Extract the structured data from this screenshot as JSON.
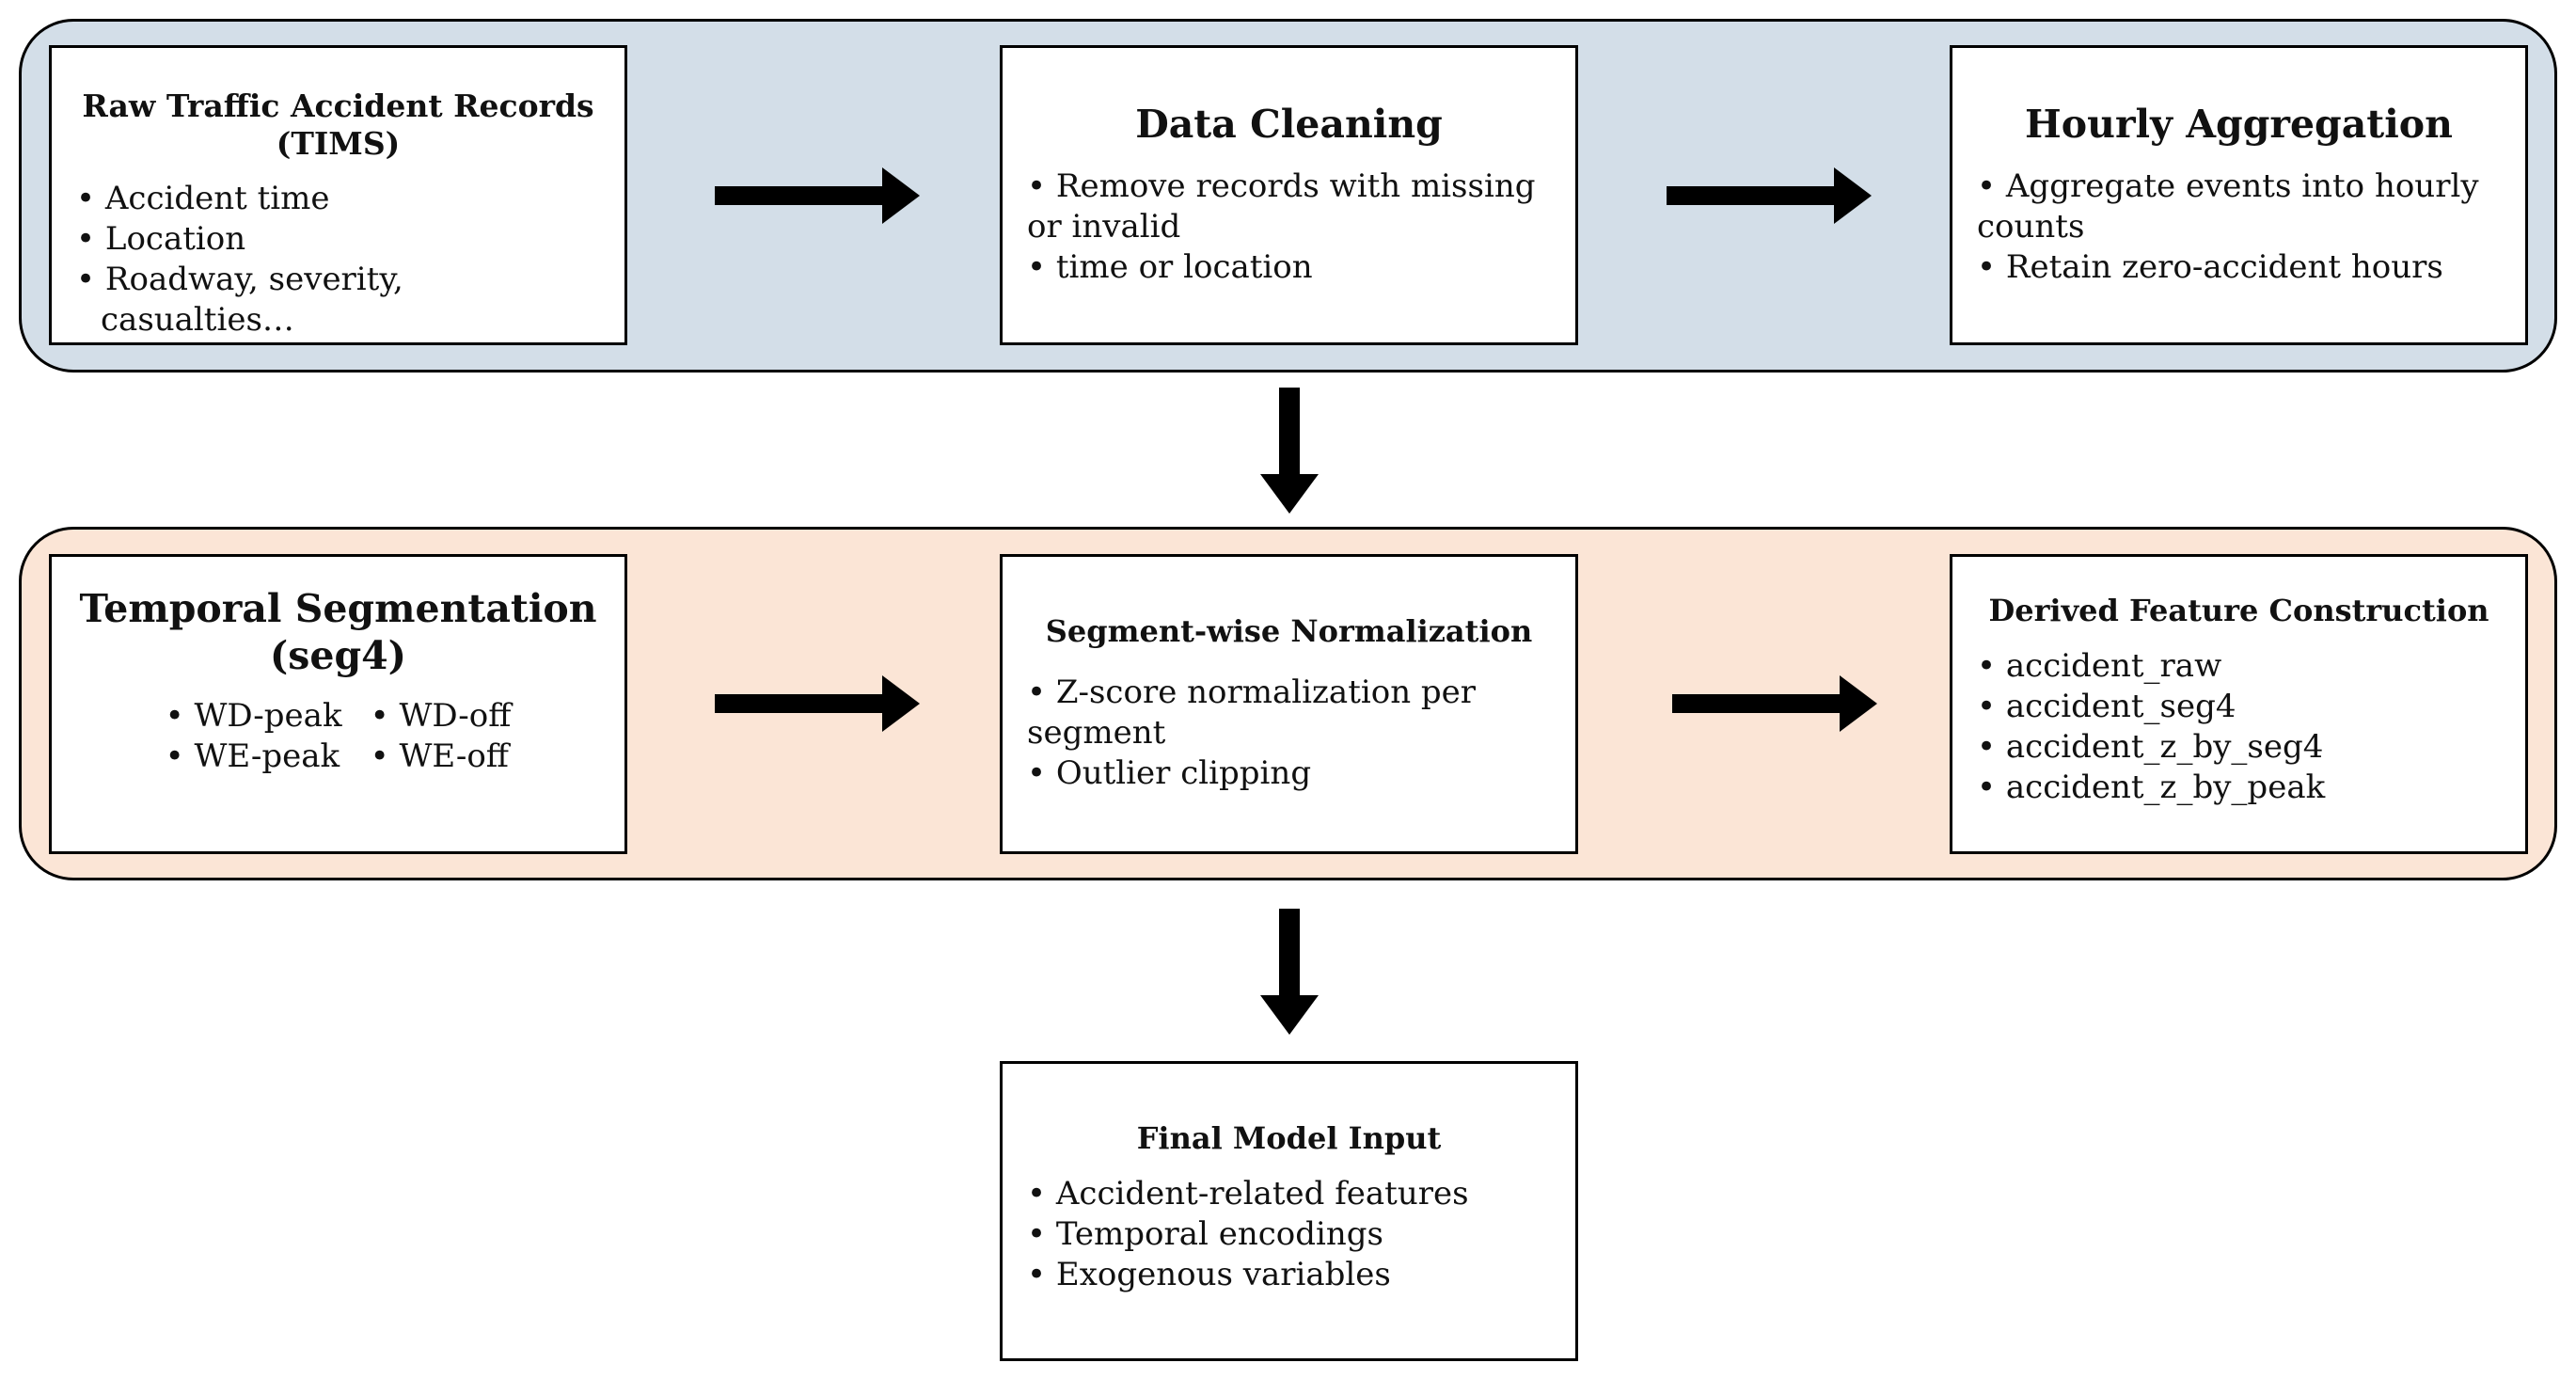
{
  "stages": [
    {
      "boxes": [
        {
          "title": "Raw Traffic Accident Records (TIMS)",
          "items": [
            "Accident time",
            "Location",
            "Roadway, severity, casualties…"
          ]
        },
        {
          "title": "Data Cleaning",
          "items": [
            "Remove records with missing or invalid",
            "time or location"
          ]
        },
        {
          "title": "Hourly Aggregation",
          "items": [
            "Aggregate events into hourly counts",
            "Retain zero-accident hours"
          ]
        }
      ]
    },
    {
      "boxes": [
        {
          "title": "Temporal Segmentation (seg4)",
          "items": [
            "WD-peak",
            "WD-off",
            "WE-peak",
            "WE-off"
          ]
        },
        {
          "title": "Segment-wise Normalization",
          "items": [
            "Z-score normalization per segment",
            "Outlier clipping"
          ]
        },
        {
          "title": "Derived Feature Construction",
          "items": [
            "accident_raw",
            "accident_seg4",
            "accident_z_by_seg4",
            "accident_z_by_peak"
          ]
        }
      ]
    }
  ],
  "final": {
    "title": "Final Model Input",
    "items": [
      "Accident-related features",
      "Temporal encodings",
      "Exogenous variables"
    ]
  },
  "colors": {
    "stage1_background": "#d3dee8",
    "stage2_background": "#fbe5d6",
    "arrow": "#000000"
  }
}
